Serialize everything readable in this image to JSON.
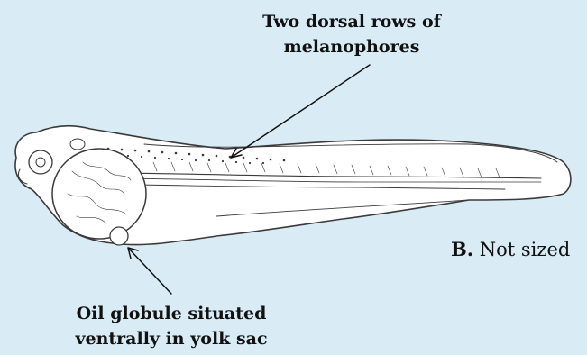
{
  "annotations": {
    "top_label_line1": "Two dorsal rows of",
    "top_label_line2": "melanophores",
    "bottom_label_line1": "Oil globule situated",
    "bottom_label_line2": "ventrally in yolk sac"
  },
  "panel": {
    "letter": "B.",
    "caption": "Not sized"
  },
  "colors": {
    "background": "#d9ecf6",
    "ink": "#3a3a3a",
    "body_fill": "#ffffff"
  }
}
